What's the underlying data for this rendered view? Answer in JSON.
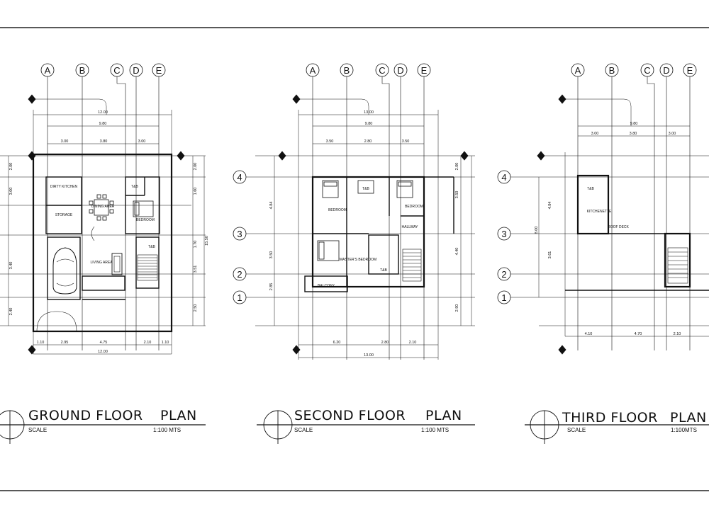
{
  "plans": [
    {
      "title_left": "GROUND FLOOR",
      "title_right": "PLAN",
      "scale_label": "SCALE",
      "scale_value": "1:100 MTS",
      "col_labels": [
        "A",
        "B",
        "C",
        "D",
        "E"
      ],
      "row_labels": [],
      "dims_top": [
        "12.00",
        "9.80",
        "3.00",
        "3.80",
        "3.00"
      ],
      "dims_bottom": [
        "1.10",
        "2.95",
        "4.75",
        "2.10",
        "1.10",
        "12.00"
      ],
      "dims_left": [
        "2.00",
        "3.00",
        "3.40",
        "2.40"
      ],
      "dims_right": [
        "2.00",
        "1.60",
        "1.70",
        "3.51",
        "2.50",
        "15.50"
      ],
      "rooms": [
        "DIRTY KITCHEN",
        "DINING AREA",
        "T&B",
        "BEDROOM",
        "LIVING AREA",
        "STORAGE",
        "T&B"
      ]
    },
    {
      "title_left": "SECOND FLOOR",
      "title_right": "PLAN",
      "scale_label": "SCALE",
      "scale_value": "1:100 MTS",
      "col_labels": [
        "A",
        "B",
        "C",
        "D",
        "E"
      ],
      "row_labels": [
        "4",
        "3",
        "2",
        "1"
      ],
      "dims_top": [
        "13.00",
        "9.80",
        "3.50",
        "2.80",
        "3.50"
      ],
      "dims_bottom": [
        "6.20",
        "2.80",
        "2.10",
        "13.00"
      ],
      "dims_left": [
        "4.84",
        "3.50",
        "2.85"
      ],
      "dims_right": [
        "2.00",
        "3.50",
        "4.40",
        "2.90"
      ],
      "rooms": [
        "BEDROOM",
        "T&B",
        "BEDROOM",
        "HALLWAY",
        "MASTER'S BEDROOM",
        "T&B",
        "BALCONY"
      ]
    },
    {
      "title_left": "THIRD FLOOR",
      "title_right": "PLAN",
      "scale_label": "SCALE",
      "scale_value": "1:100MTS",
      "col_labels": [
        "A",
        "B",
        "C",
        "D",
        "E"
      ],
      "row_labels": [
        "4",
        "3",
        "2",
        "1"
      ],
      "dims_top": [
        "9.80",
        "3.00",
        "3.80",
        "3.00"
      ],
      "dims_bottom": [
        "4.10",
        "4.70",
        "2.10"
      ],
      "dims_left": [
        "4.84",
        "8.00",
        "3.61"
      ],
      "dims_right": [],
      "rooms": [
        "T&B",
        "KITCHENETTE",
        "ROOF DECK"
      ]
    }
  ]
}
